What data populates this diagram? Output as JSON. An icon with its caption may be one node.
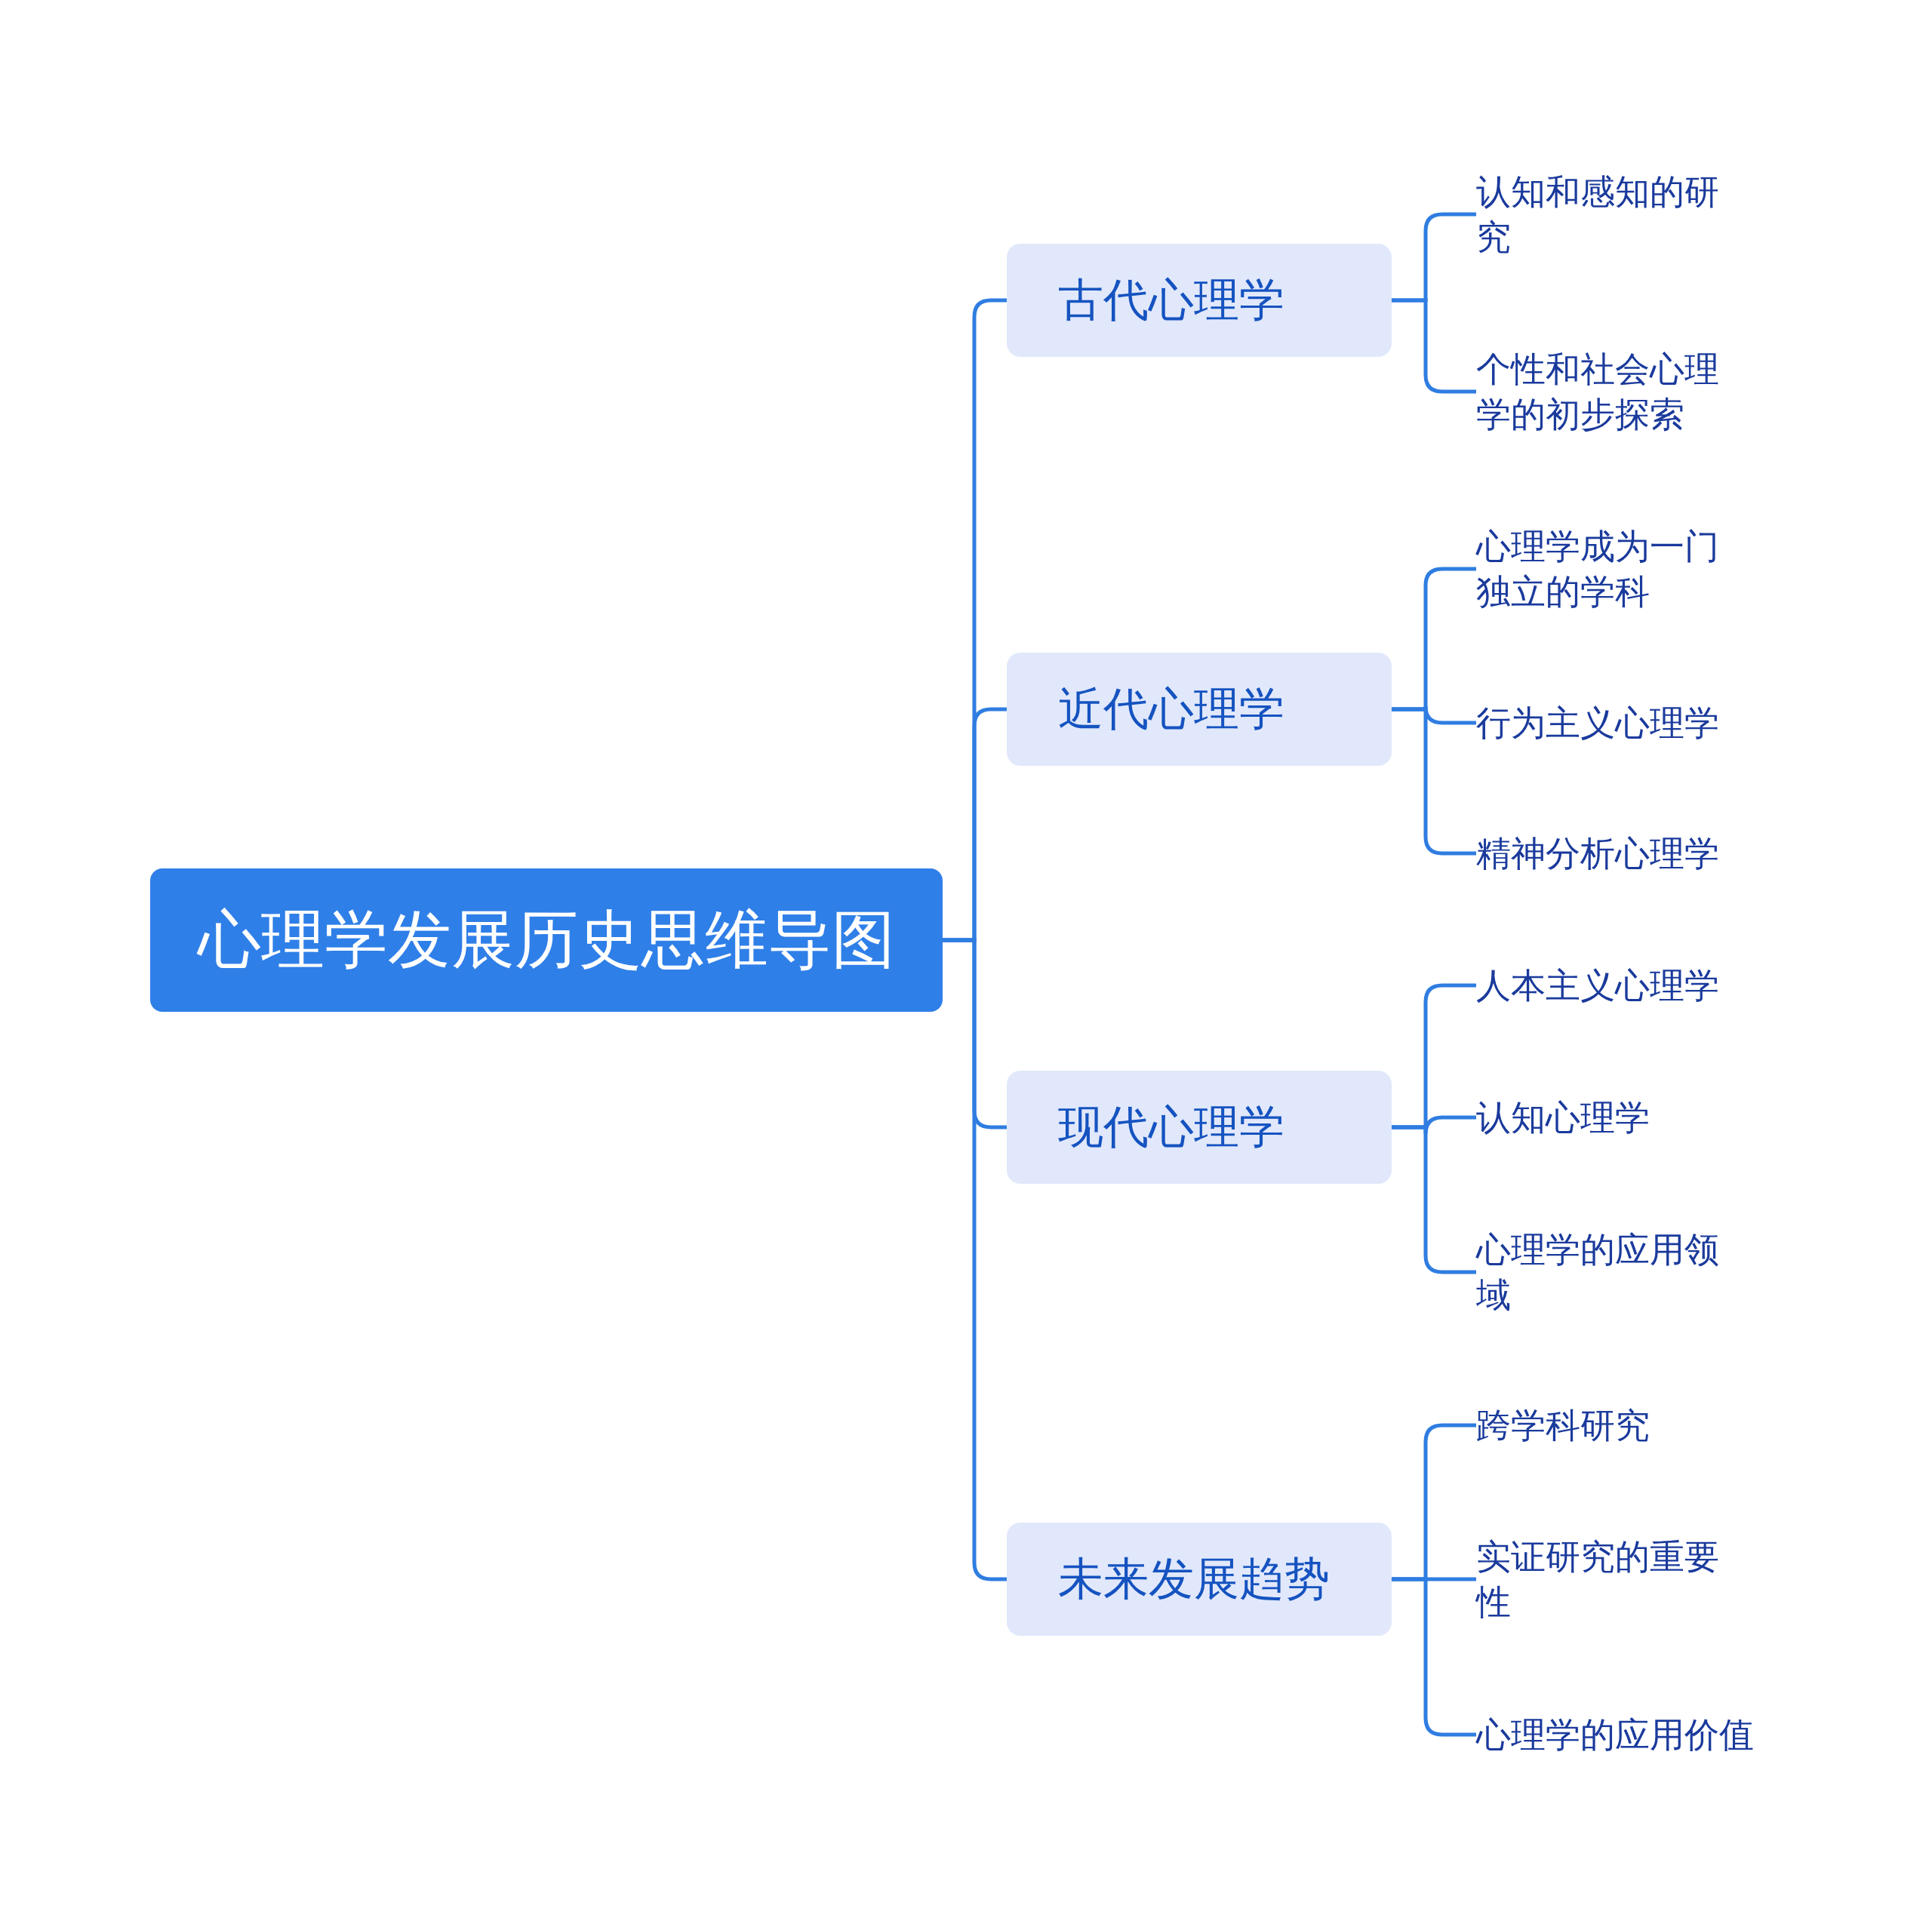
{
  "diagram": {
    "nodes": [
      {
        "text": [
          "心理学发展历史思维导图"
        ]
      },
      {
        "text": [
          "古代心理学"
        ]
      },
      {
        "text": [
          "认知和感知的研究"
        ]
      },
      {
        "text": [
          "个性和社会心理学的初步探索"
        ]
      },
      {
        "text": [
          "近代心理学"
        ]
      },
      {
        "text": [
          "心理学成为一门独立的学科"
        ]
      },
      {
        "text": [
          "行为主义心理学"
        ]
      },
      {
        "text": [
          "精神分析心理学"
        ]
      },
      {
        "text": [
          "现代心理学"
        ]
      },
      {
        "text": [
          "人本主义心理学"
        ]
      },
      {
        "text": [
          "认知心理学"
        ]
      },
      {
        "text": [
          "心理学的应用领域"
        ]
      },
      {
        "text": [
          "未来发展趋势"
        ]
      },
      {
        "text": [
          "跨学科研究"
        ]
      },
      {
        "text": [
          "实证研究的重要性"
        ]
      },
      {
        "text": [
          "心理学的应用价值"
        ]
      }
    ],
    "edges": [
      {
        "from": 0,
        "to": 1,
        "arrow": "none"
      },
      {
        "from": 0,
        "to": 4,
        "arrow": "none"
      },
      {
        "from": 0,
        "to": 8,
        "arrow": "none"
      },
      {
        "from": 0,
        "to": 12,
        "arrow": "none"
      },
      {
        "from": 1,
        "to": 2,
        "arrow": "none"
      },
      {
        "from": 1,
        "to": 3,
        "arrow": "none"
      },
      {
        "from": 4,
        "to": 5,
        "arrow": "none"
      },
      {
        "from": 4,
        "to": 6,
        "arrow": "none"
      },
      {
        "from": 4,
        "to": 7,
        "arrow": "none"
      },
      {
        "from": 8,
        "to": 9,
        "arrow": "none"
      },
      {
        "from": 8,
        "to": 10,
        "arrow": "none"
      },
      {
        "from": 8,
        "to": 11,
        "arrow": "none"
      },
      {
        "from": 12,
        "to": 13,
        "arrow": "none"
      },
      {
        "from": 12,
        "to": 14,
        "arrow": "none"
      },
      {
        "from": 12,
        "to": 15,
        "arrow": "none"
      }
    ]
  }
}
